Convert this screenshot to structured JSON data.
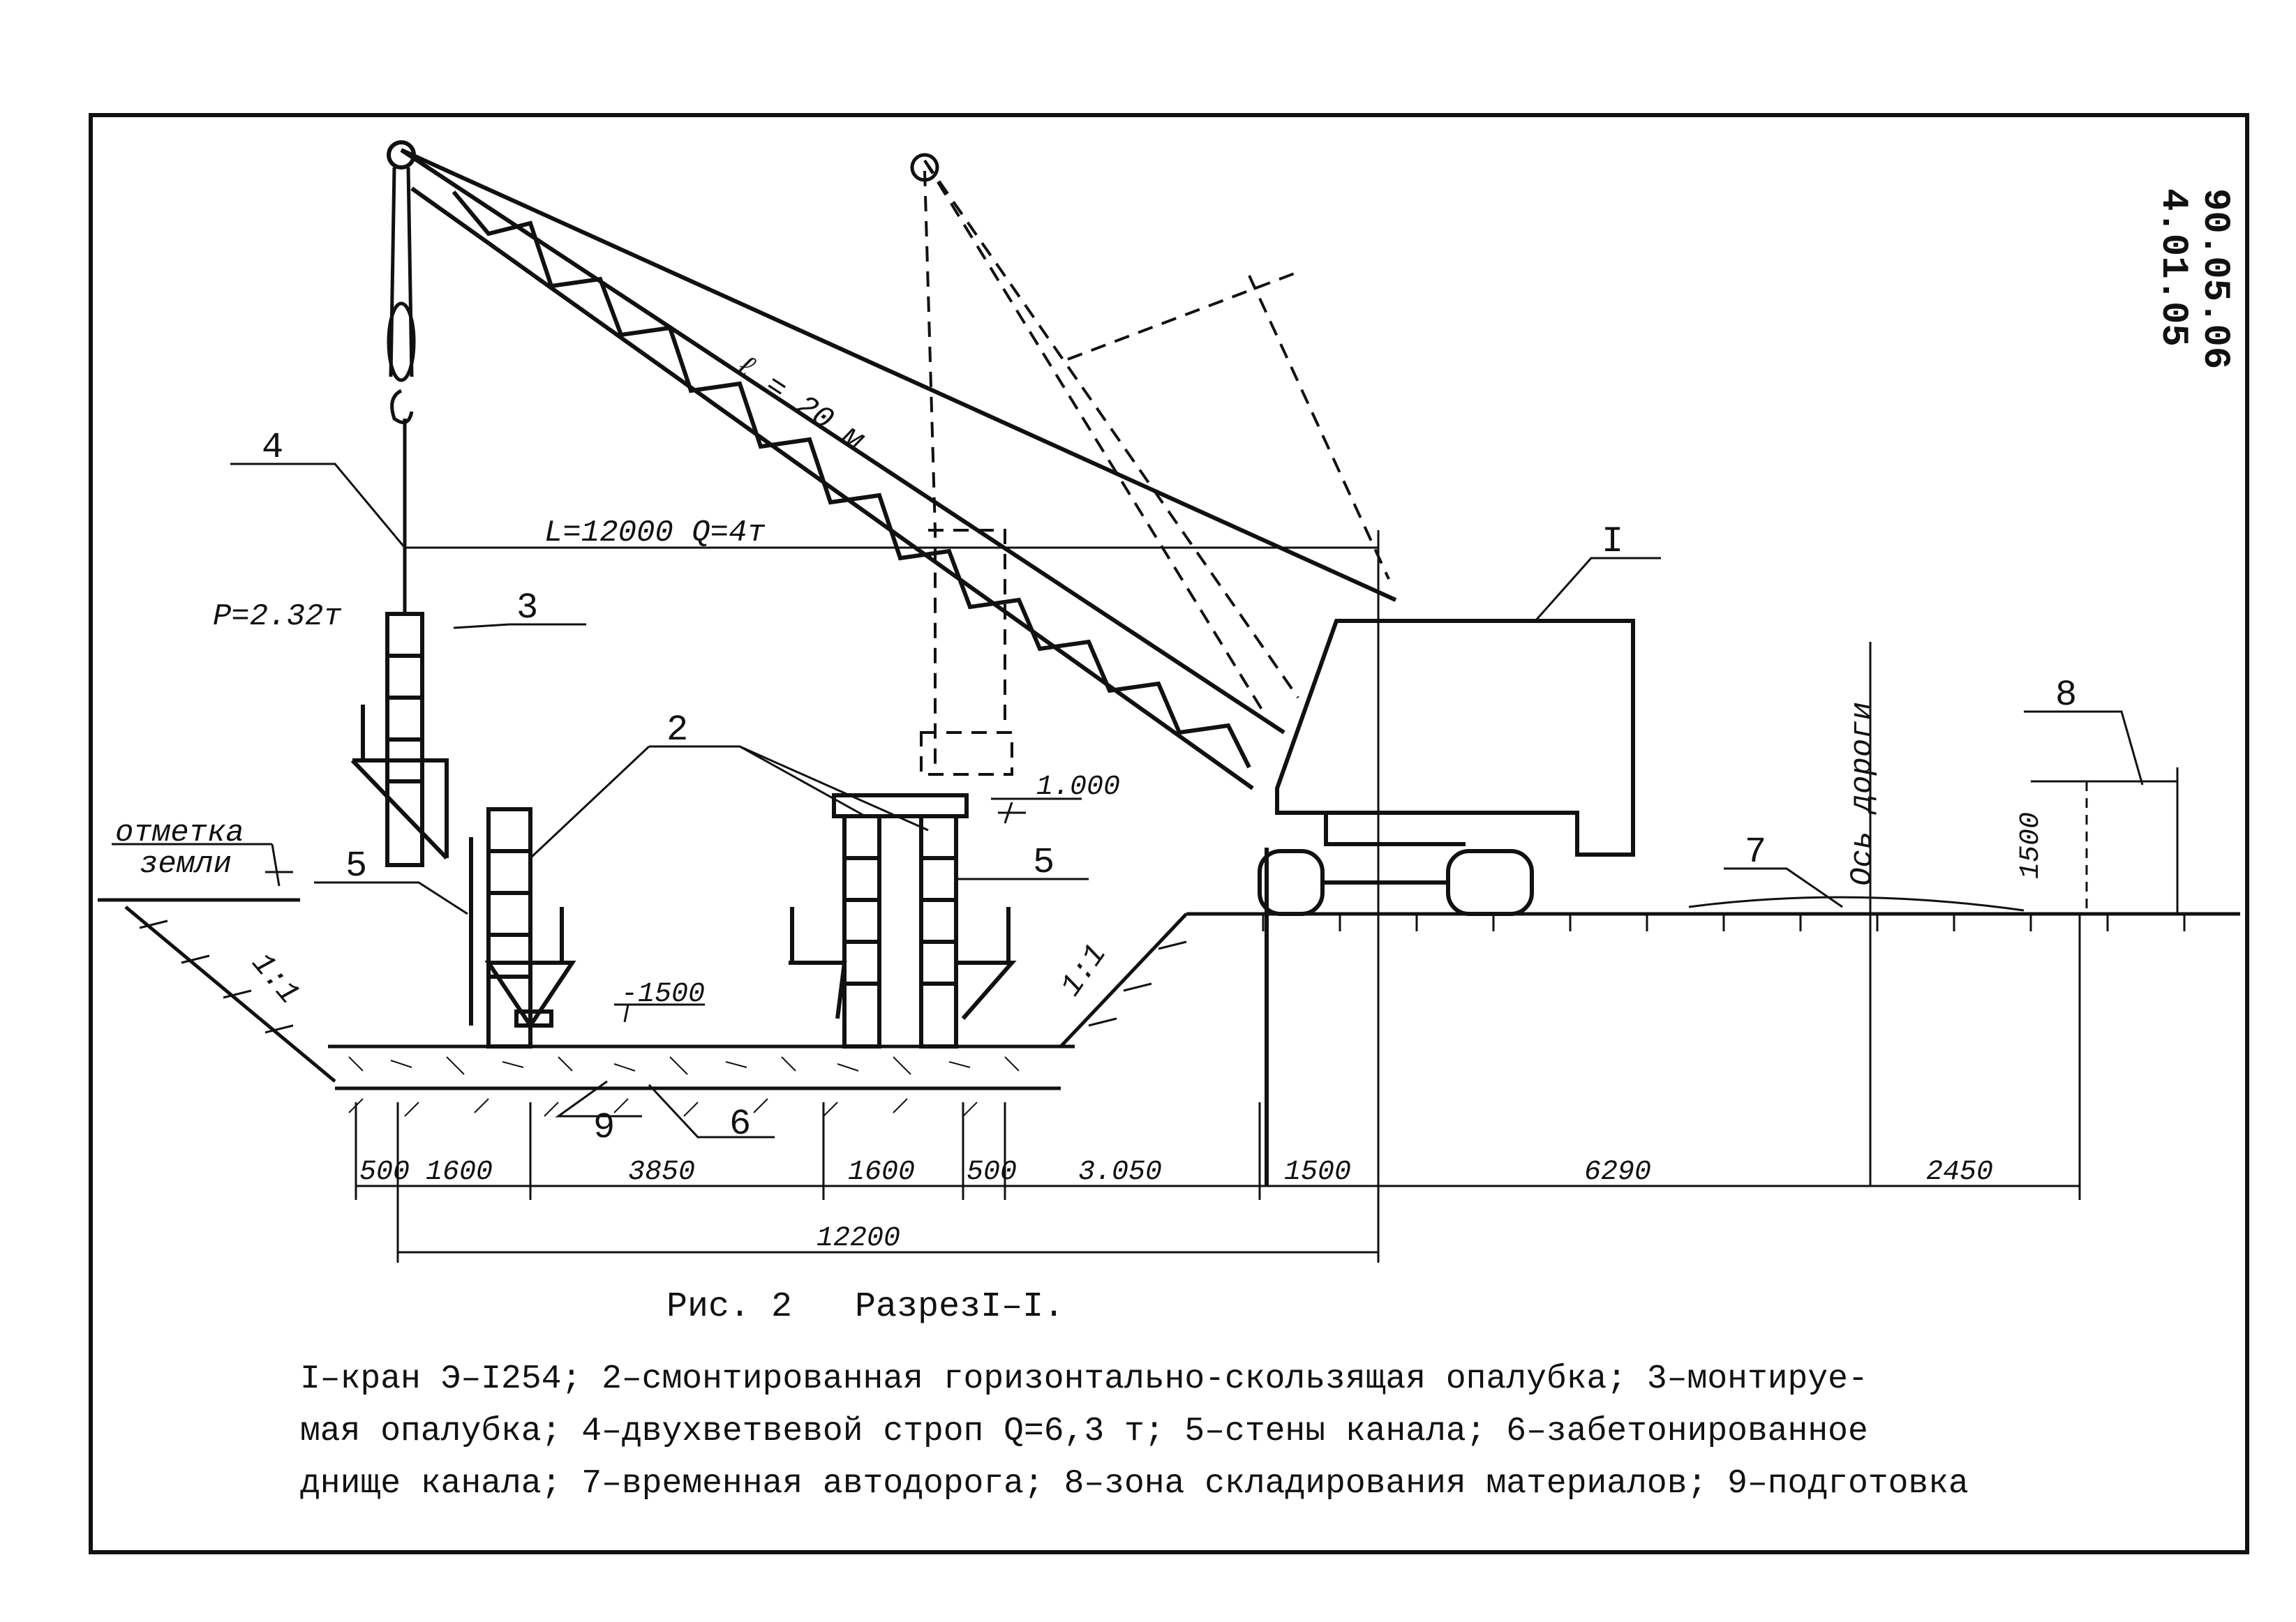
{
  "figure": {
    "caption_title": "Рис. 2   РазрезI–I.",
    "legend_line_1": "I–кран Э–I254;   2–смонтированная горизонтально-скользящая опалубка;   3–монтируе-",
    "legend_line_2": "мая опалубка;    4–двухветвевой строп Q=6,3 т;   5–стены канала;    6–забетонированное",
    "legend_line_3": "днище канала;   7–временная автодорога;   8–зона складирования материалов;  9–подготовка"
  },
  "stamp": {
    "line_1": "4.01.05",
    "line_2": "90.05.06"
  },
  "callouts": {
    "c1": "I",
    "c2": "2",
    "c3": "3",
    "c4": "4",
    "c5a": "5",
    "c5b": "5",
    "c6": "6",
    "c7": "7",
    "c8": "8",
    "c9": "9"
  },
  "annotations": {
    "boom_length": "ℓ = 20 м",
    "reach": "L=12000  Q=4т",
    "load": "P=2.32т",
    "ground_mark_1": "отметка",
    "ground_mark_2": "земли",
    "elevation_top": "1.000",
    "elevation_bottom": "-1500",
    "road_axis": "Ось дороги",
    "stack_height": "1500",
    "slope_left": "1:1",
    "slope_right": "1:1"
  },
  "dimensions": {
    "d1": "500",
    "d2": "1600",
    "d3": "3850",
    "d4": "1600",
    "d5": "500",
    "d6": "3.050",
    "d7": "1500",
    "d8": "6290",
    "d9": "2450",
    "total": "12200"
  },
  "colors": {
    "ink": "#111111",
    "paper": "#ffffff"
  }
}
